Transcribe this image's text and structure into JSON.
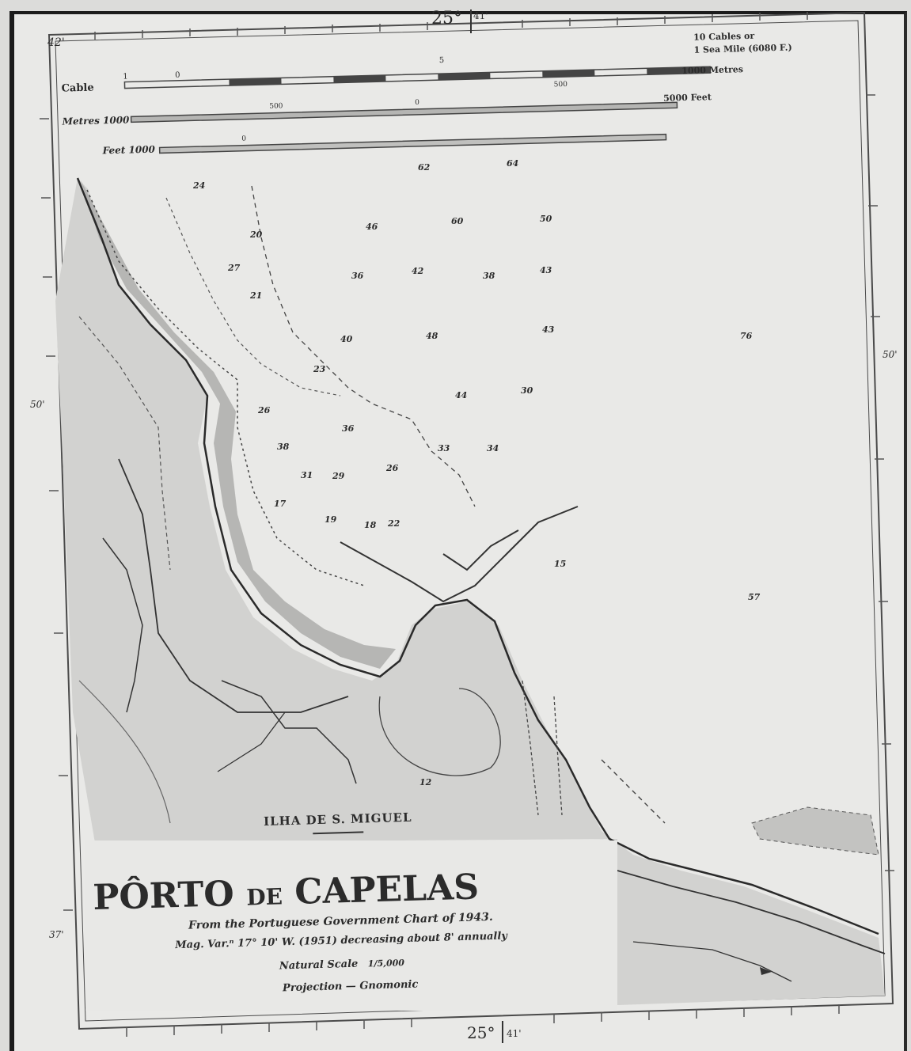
{
  "chart": {
    "top_longitude": "25°",
    "top_minutes": "41'",
    "bottom_longitude": "25°",
    "bottom_minutes": "41'",
    "corner_lat_label": "42'"
  },
  "scale_bar": {
    "cable_label": "Cable",
    "metres_label": "Metres 1000",
    "feet_label": "Feet 1000",
    "right_cables": "10 Cables or",
    "right_sea_mile": "1 Sea Mile (6080 F.)",
    "right_metres": "1000 Metres",
    "right_feet": "5000 Feet",
    "cable_ticks": [
      "1",
      "0",
      "5"
    ],
    "metre_ticks": [
      "500",
      "0",
      "500"
    ],
    "feet_ticks": [
      "0"
    ]
  },
  "title_block": {
    "island": "ILHA DE S. MIGUEL",
    "harbour_main": "PÔRTO",
    "harbour_de": "DE",
    "harbour_name": "CAPELAS",
    "source": "From the Portuguese Government Chart of 1943.",
    "variation": "Mag. Var.ⁿ 17° 10' W. (1951) decreasing about 8' annually",
    "natural_scale": "Natural Scale",
    "scale_fraction": "1/5,000",
    "projection": "Projection — Gnomonic"
  },
  "soundings": [
    {
      "v": "62"
    },
    {
      "v": "64"
    },
    {
      "v": "46"
    },
    {
      "v": "60"
    },
    {
      "v": "50"
    },
    {
      "v": "36"
    },
    {
      "v": "42"
    },
    {
      "v": "38"
    },
    {
      "v": "43"
    },
    {
      "v": "40"
    },
    {
      "v": "48"
    },
    {
      "v": "43"
    },
    {
      "v": "44"
    },
    {
      "v": "76"
    },
    {
      "v": "30"
    },
    {
      "v": "36"
    },
    {
      "v": "38"
    },
    {
      "v": "33"
    },
    {
      "v": "34"
    },
    {
      "v": "31"
    },
    {
      "v": "29"
    },
    {
      "v": "27"
    },
    {
      "v": "26"
    },
    {
      "v": "26"
    },
    {
      "v": "23"
    },
    {
      "v": "20"
    },
    {
      "v": "18"
    },
    {
      "v": "24"
    },
    {
      "v": "17"
    },
    {
      "v": "19"
    },
    {
      "v": "22"
    },
    {
      "v": "21"
    },
    {
      "v": "57"
    },
    {
      "v": "15"
    },
    {
      "v": "12"
    }
  ],
  "side_labels": {
    "left_mid": "50'",
    "right_mid": "50'",
    "left_low": "37'"
  }
}
